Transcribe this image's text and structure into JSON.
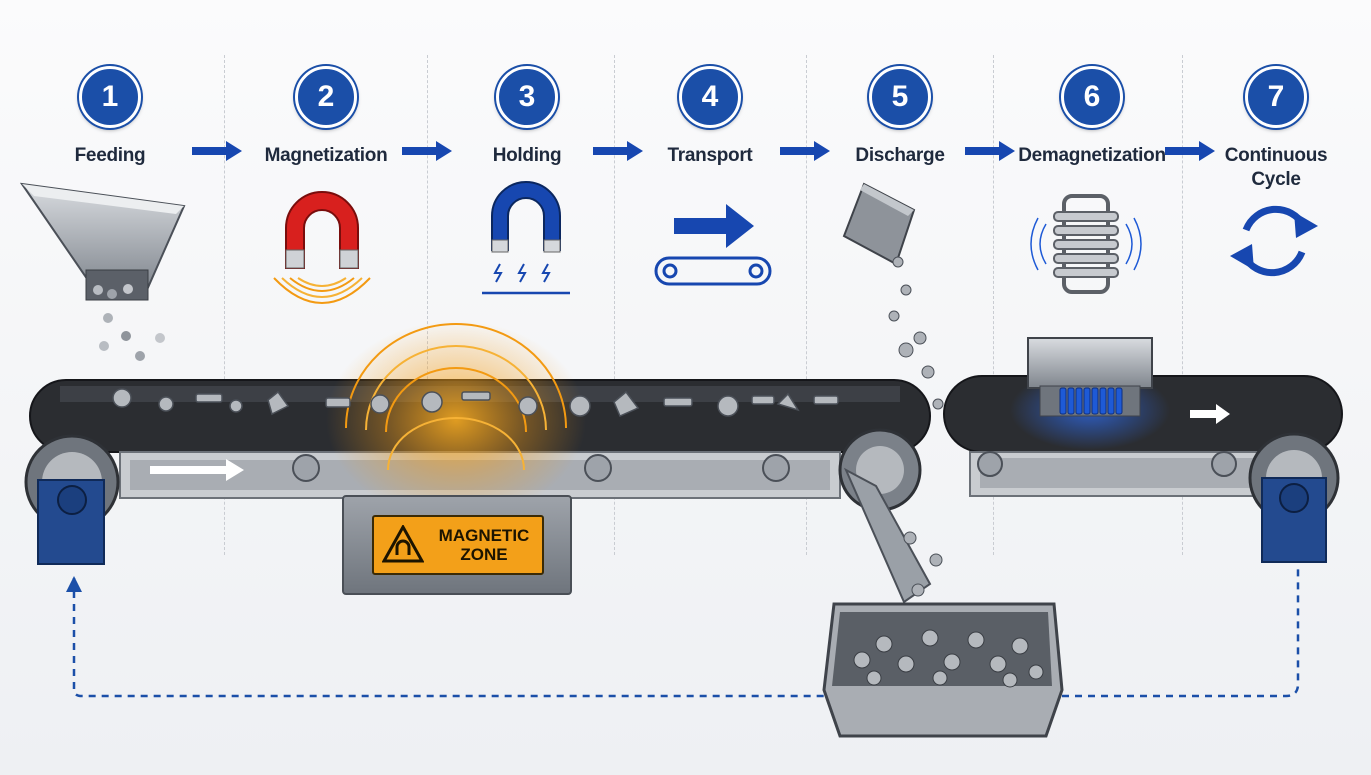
{
  "steps": [
    {
      "number": "1",
      "label": "Feeding",
      "icon": "hopper-icon"
    },
    {
      "number": "2",
      "label": "Magnetization",
      "icon": "horseshoe-magnet-icon"
    },
    {
      "number": "3",
      "label": "Holding",
      "icon": "holding-magnet-icon"
    },
    {
      "number": "4",
      "label": "Transport",
      "icon": "conveyor-arrow-icon"
    },
    {
      "number": "5",
      "label": "Discharge",
      "icon": "discharge-block-icon"
    },
    {
      "number": "6",
      "label": "Demagnetization",
      "icon": "coil-icon"
    },
    {
      "number": "7",
      "label": "Continuous Cycle",
      "icon": "cycle-arrows-icon"
    }
  ],
  "zone_sign": {
    "line1": "MAGNETIC",
    "line2": "ZONE"
  },
  "colors": {
    "badge_blue": "#1b4fa8",
    "arrow_blue": "#1747b0",
    "magnet_red": "#d8201e",
    "magnetic_field_orange": "#f39a12",
    "sign_amber": "#f3a019",
    "belt_dark": "#2b2d31",
    "demag_blue": "#1e5ad6"
  }
}
